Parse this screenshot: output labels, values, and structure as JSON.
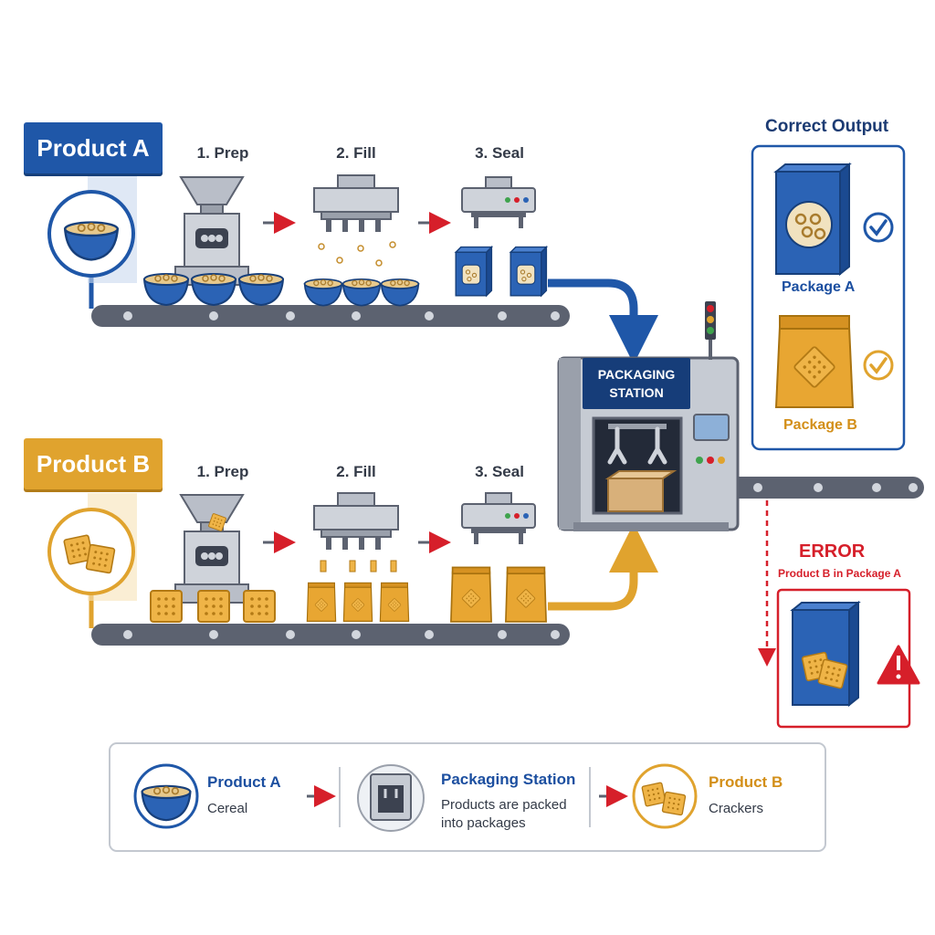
{
  "product_a": {
    "label": "Product A"
  },
  "product_b": {
    "label": "Product B"
  },
  "steps": {
    "prep": "1. Prep",
    "fill": "2. Fill",
    "seal": "3. Seal"
  },
  "station": {
    "line1": "PACKAGING",
    "line2": "STATION"
  },
  "correct_output": {
    "title": "Correct Output",
    "package_a": "Package A",
    "package_b": "Package B"
  },
  "error": {
    "title": "ERROR",
    "subtitle": "Product B in Package A"
  },
  "legend": {
    "product_a": {
      "title": "Product A",
      "subtitle": "Cereal"
    },
    "station": {
      "title": "Packaging Station",
      "line1": "Products are packed",
      "line2": "into packages"
    },
    "product_b": {
      "title": "Product B",
      "subtitle": "Crackers"
    }
  },
  "colors": {
    "product_a_blue": "#1f57a8",
    "product_b_orange": "#e0a32e",
    "error_red": "#d61f2a",
    "conveyor_gray": "#5c6270"
  }
}
